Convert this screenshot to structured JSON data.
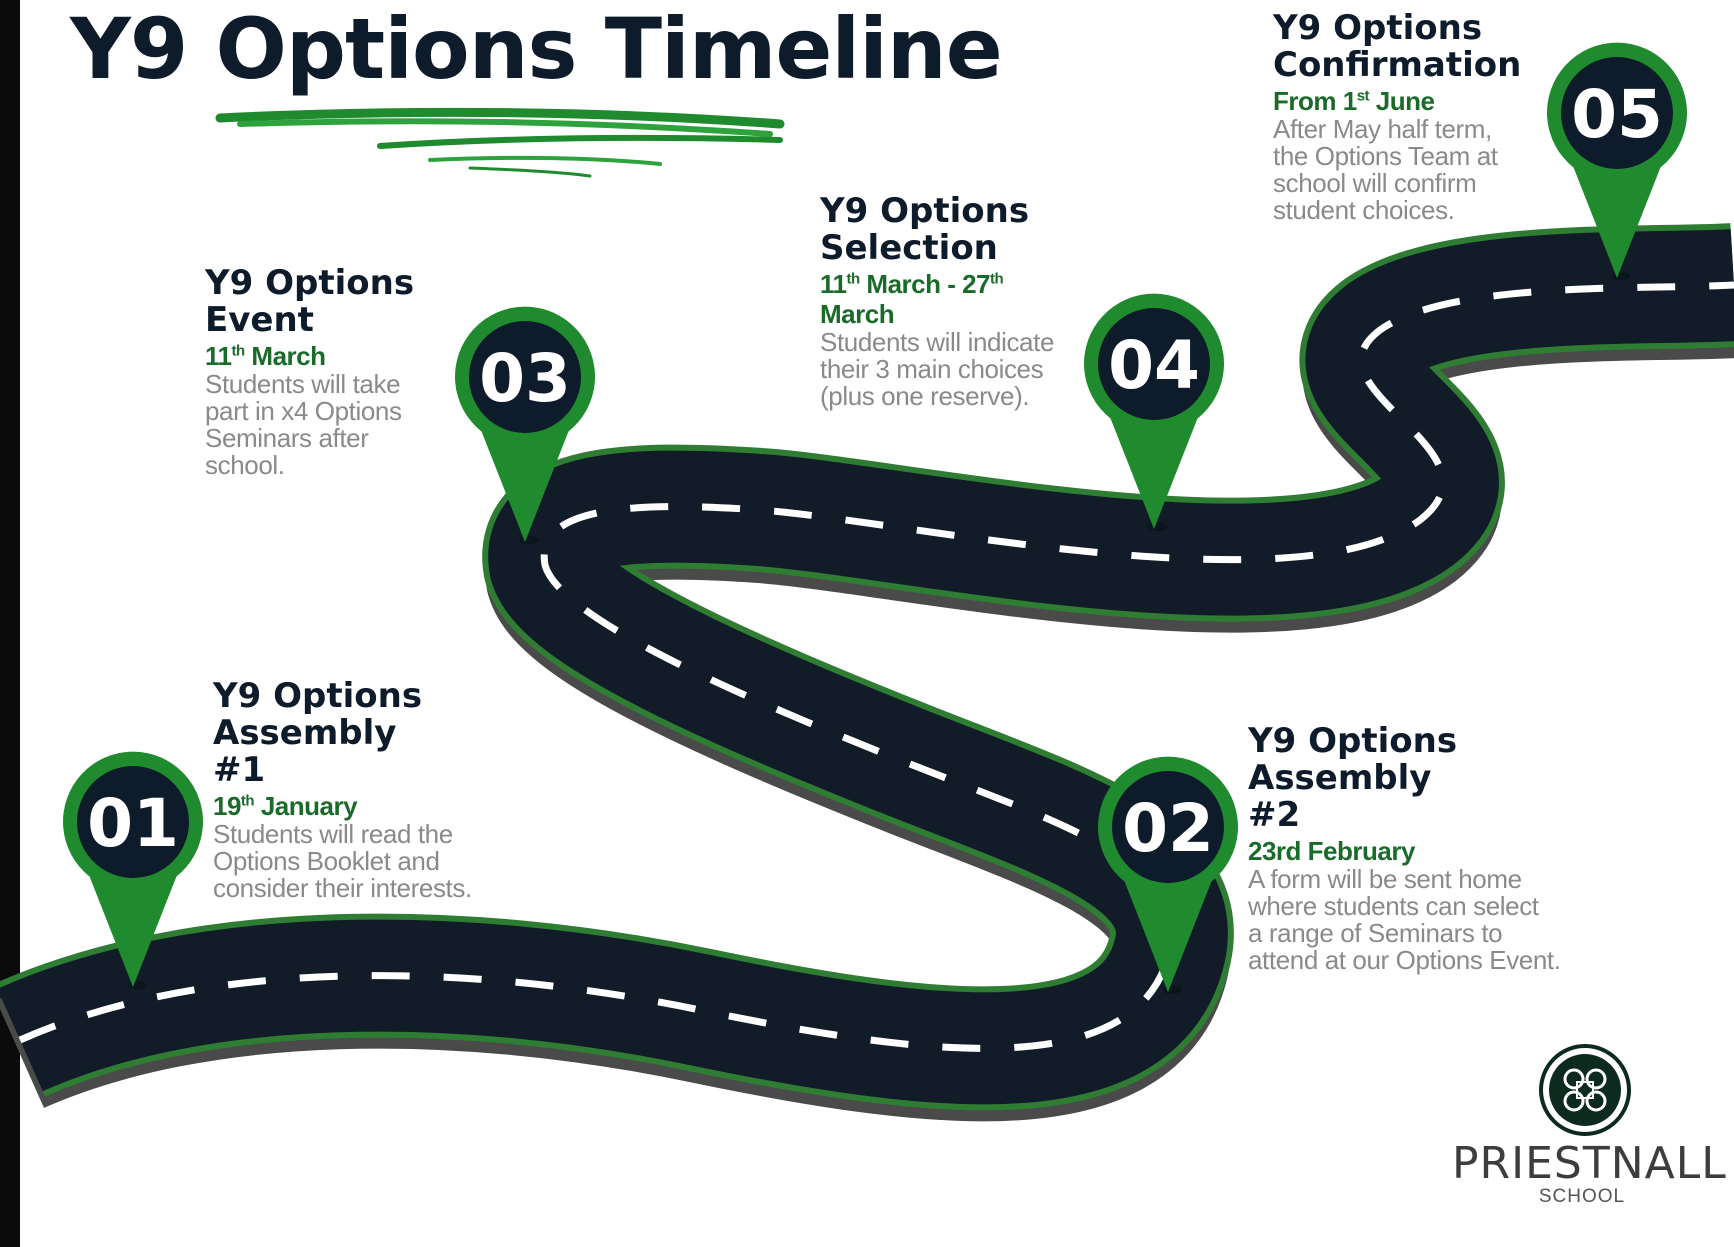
{
  "title": "Y9 Options Timeline",
  "colors": {
    "road": "#111c28",
    "road_edge": "#2e7d32",
    "road_side": "#4a4a4a",
    "marker": "#1f8a2e",
    "marker_inner": "#0d1b2a",
    "date_text": "#1a6b2a",
    "desc_text": "#8a8a8a",
    "heading": "#0d1b2a"
  },
  "steps": [
    {
      "number": "01",
      "heading_lines": [
        "Y9 Options",
        "Assembly",
        "#1"
      ],
      "date": {
        "day": "19",
        "suffix": "th",
        "rest": "January"
      },
      "description": [
        "Students will read the",
        "Options Booklet and",
        "consider their interests."
      ]
    },
    {
      "number": "02",
      "heading_lines": [
        "Y9 Options",
        "Assembly",
        "#2"
      ],
      "date": {
        "day": "",
        "suffix": "",
        "rest": "23rd February"
      },
      "description": [
        "A form will be sent home",
        "where students can select",
        "a range of Seminars to",
        "attend at our Options Event."
      ]
    },
    {
      "number": "03",
      "heading_lines": [
        "Y9 Options",
        "Event"
      ],
      "date": {
        "day": "11",
        "suffix": "th",
        "rest": "March"
      },
      "description": [
        "Students will take",
        "part in x4 Options",
        "Seminars after",
        "school."
      ]
    },
    {
      "number": "04",
      "heading_lines": [
        "Y9 Options",
        "Selection"
      ],
      "date": {
        "day": "11",
        "suffix": "th",
        "rest": "March - 27",
        "suffix2": "th",
        "line2": "March"
      },
      "description": [
        "Students will indicate",
        "their 3 main choices",
        "(plus one reserve)."
      ]
    },
    {
      "number": "05",
      "heading_lines": [
        "Y9 Options",
        "Confirmation"
      ],
      "date": {
        "day": "From 1",
        "suffix": "st",
        "rest": "June"
      },
      "description": [
        "After May half term,",
        "the Options Team at",
        "school will confirm",
        "student choices."
      ]
    }
  ],
  "logo": {
    "name": "PRIESTNALL",
    "sub": "SCHOOL",
    "icon": "priestnall-crest-icon"
  },
  "icons": {
    "marker": "map-pin-icon"
  }
}
